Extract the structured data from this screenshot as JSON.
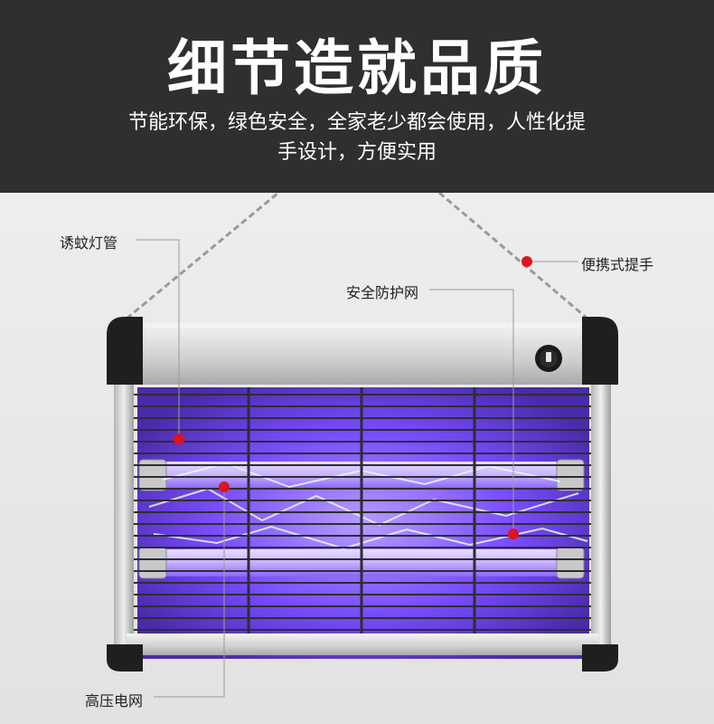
{
  "header": {
    "title": "细节造就品质",
    "subtitle_line1": "节能环保，绿色安全，全家老少都会使用，人性化提",
    "subtitle_line2": "手设计，方便实用"
  },
  "callouts": {
    "lamp_tube": "诱蚊灯管",
    "handle": "便携式提手",
    "guard_net": "安全防护网",
    "high_voltage_grid": "高压电网"
  },
  "colors": {
    "header_bg": "#2f2f2f",
    "marker": "#e0141e",
    "uv_glow": "#7a4dff"
  },
  "icons": [
    "power-switch-icon",
    "chain-icon"
  ]
}
